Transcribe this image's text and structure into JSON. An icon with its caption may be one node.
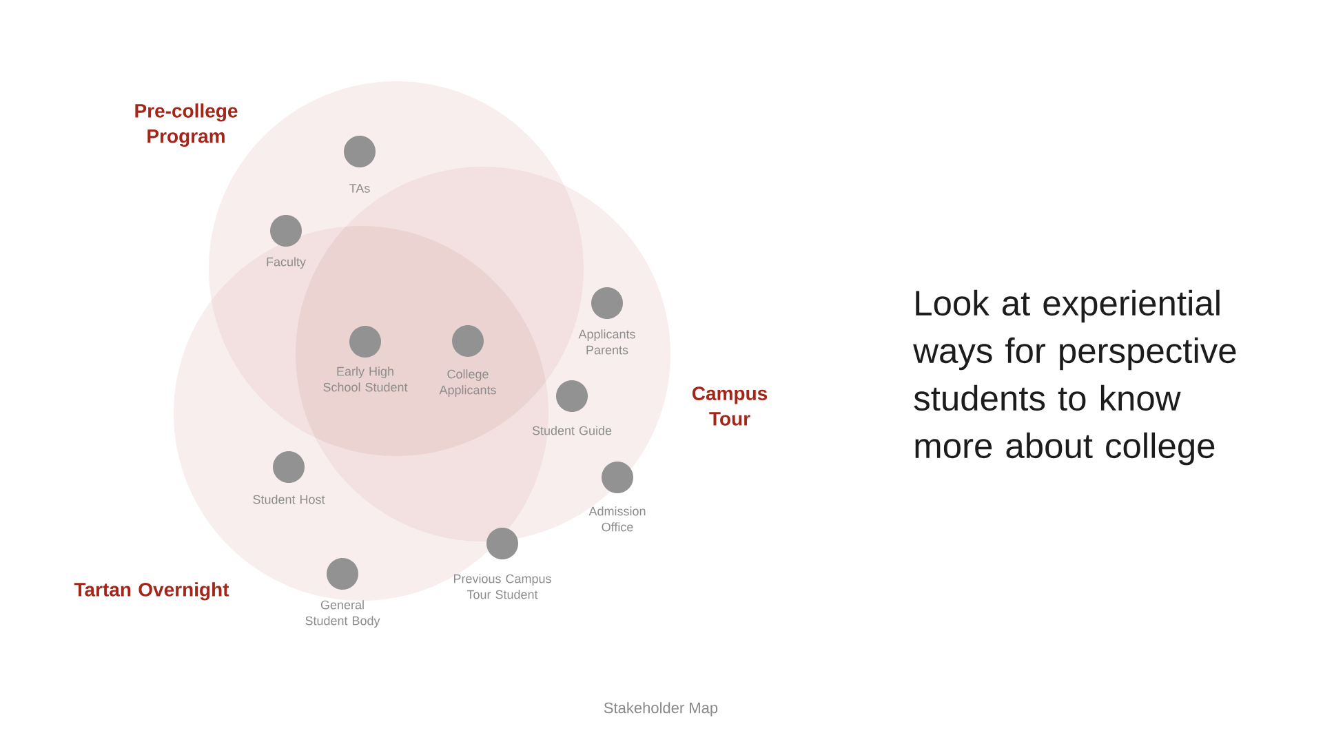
{
  "diagram": {
    "caption": "Stakeholder Map",
    "nodes": [
      {
        "text": [
          "Pre-college Program"
        ]
      },
      {
        "text": [
          "Campus Tour"
        ]
      },
      {
        "text": [
          "Tartan Overnight"
        ]
      },
      {
        "text": [
          "TAs"
        ],
        "in": 0
      },
      {
        "text": [
          "Faculty"
        ],
        "in": 0
      },
      {
        "text": [
          "Early High School Student"
        ]
      },
      {
        "text": [
          "College Applicants"
        ]
      },
      {
        "text": [
          "Applicants Parents"
        ],
        "in": 1
      },
      {
        "text": [
          "Student Guide"
        ],
        "in": 1
      },
      {
        "text": [
          "Admission Office"
        ],
        "in": 1
      },
      {
        "text": [
          "Previous Campus Tour Student"
        ]
      },
      {
        "text": [
          "Student Host"
        ],
        "in": 2
      },
      {
        "text": [
          "General Student Body"
        ],
        "in": 2
      }
    ],
    "labels": [
      "Look at experiential ways for perspective students to know more about college"
    ]
  }
}
